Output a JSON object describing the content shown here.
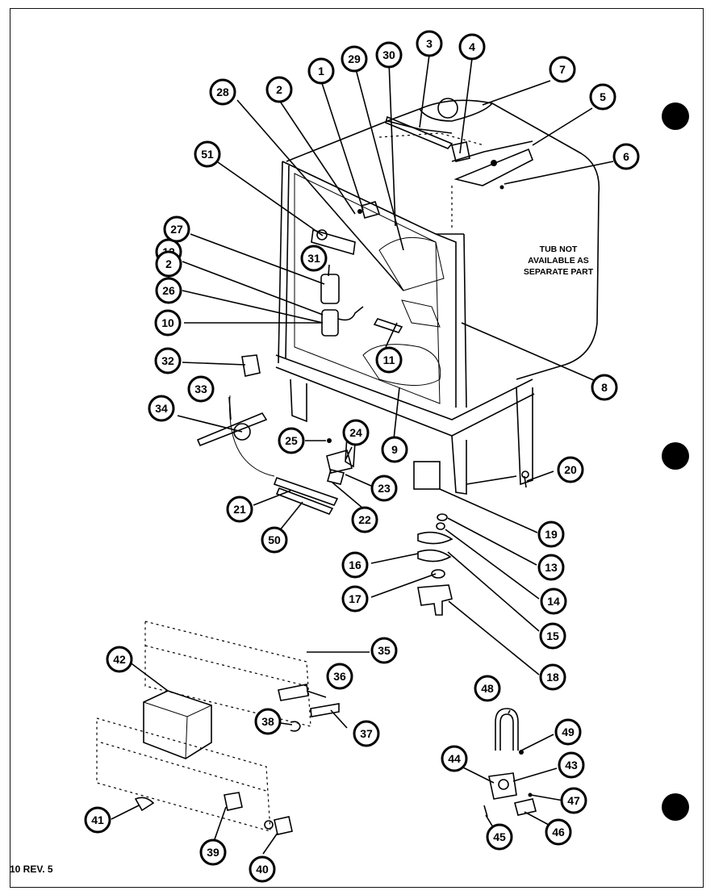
{
  "diagram": {
    "note": "TUB NOT\nAVAILABLE AS\nSEPARATE PART",
    "page_ref": "10 REV. 5",
    "callouts": [
      "1",
      "2",
      "3",
      "4",
      "5",
      "6",
      "7",
      "8",
      "9",
      "10",
      "11",
      "12",
      "2",
      "13",
      "14",
      "15",
      "16",
      "17",
      "18",
      "19",
      "20",
      "21",
      "22",
      "23",
      "24",
      "25",
      "26",
      "27",
      "28",
      "29",
      "30",
      "31",
      "32",
      "33",
      "34",
      "35",
      "36",
      "37",
      "38",
      "39",
      "40",
      "41",
      "42",
      "43",
      "44",
      "45",
      "46",
      "47",
      "48",
      "49",
      "50",
      "51"
    ]
  }
}
